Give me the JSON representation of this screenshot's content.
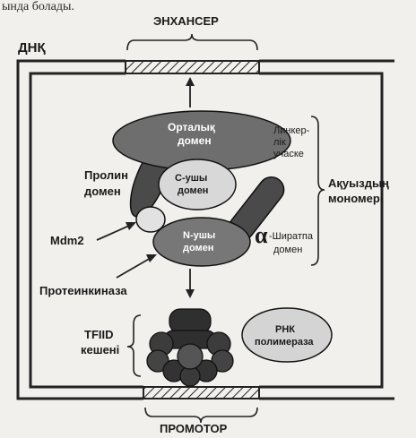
{
  "top_text": "ында болады.",
  "labels": {
    "enhancer": "ЭНХАНСЕР",
    "dna": "ДНҚ",
    "central_domain_l1": "Орталық",
    "central_domain_l2": "домен",
    "linker_l1": "Линкер-",
    "linker_l2": "лік",
    "linker_l3": "учаске",
    "proline_l1": "Пролин",
    "proline_l2": "домен",
    "c_domain_l1": "С-ушы",
    "c_domain_l2": "домен",
    "protein_monomer_l1": "Ақуыздың",
    "protein_monomer_l2": "мономері",
    "mdm2": "Mdm2",
    "n_domain_l1": "N-ушы",
    "n_domain_l2": "домен",
    "alpha_symbol": "α",
    "helix_l1": "-Ширатпа",
    "helix_l2": "домен",
    "protein_kinase": "Протеинкиназа",
    "tfiid_l1": "TFIID",
    "tfiid_l2": "кешені",
    "rna_pol_l1": "РНК",
    "rna_pol_l2": "полимераза",
    "promoter": "ПРОМОТОР"
  }
}
